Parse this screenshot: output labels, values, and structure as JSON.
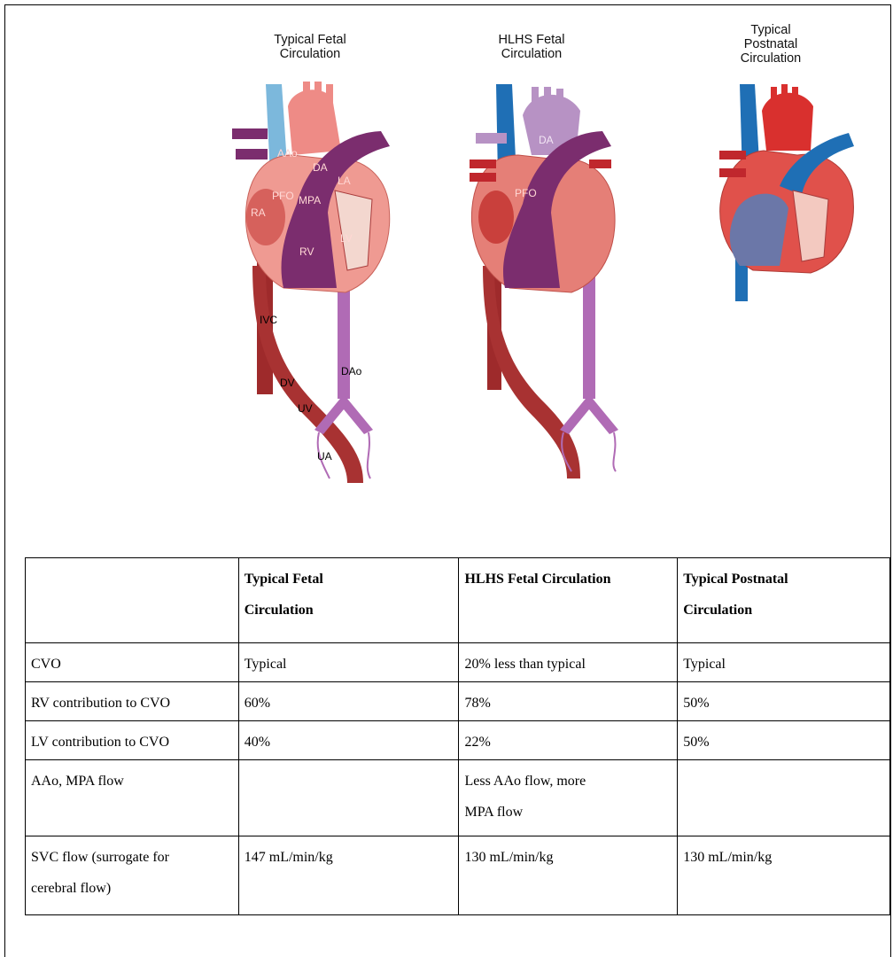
{
  "figure": {
    "panels": [
      {
        "title_line1": "Typical Fetal",
        "title_line2": "Circulation"
      },
      {
        "title_line1": "HLHS Fetal",
        "title_line2": "Circulation"
      },
      {
        "title_line1": "Typical",
        "title_line2": "Postnatal",
        "title_line3": "Circulation"
      }
    ],
    "labels": {
      "ra": "RA",
      "aao": "AAo",
      "da": "DA",
      "pfo": "PFO",
      "mpa": "MPA",
      "la": "LA",
      "lv": "LV",
      "rv": "RV",
      "ivc": "IVC",
      "dao": "DAo",
      "dv": "DV",
      "uv": "UV",
      "ua": "UA",
      "da2": "DA",
      "pfo2": "PFO"
    },
    "colors": {
      "deoxygenated": "#1f6fb5",
      "oxygenated": "#c0272d",
      "mixed": "#7b2d6e",
      "heart_tissue": "#e98a80",
      "vessel_red": "#9e2a2b",
      "vessel_purple": "#b06bb5"
    }
  },
  "table": {
    "headers": [
      "",
      "Typical Fetal Circulation",
      "HLHS Fetal Circulation",
      "Typical Postnatal Circulation"
    ],
    "header_display": {
      "col1_line1": "Typical Fetal",
      "col1_line2": "Circulation",
      "col2": "HLHS Fetal Circulation",
      "col3_line1": "Typical Postnatal",
      "col3_line2": "Circulation"
    },
    "rows": [
      {
        "label": "CVO",
        "c1": "Typical",
        "c2": "20% less than typical",
        "c3": "Typical"
      },
      {
        "label": "RV contribution to CVO",
        "c1": "60%",
        "c2": "78%",
        "c3": "50%"
      },
      {
        "label": "LV contribution to CVO",
        "c1": "40%",
        "c2": "22%",
        "c3": "50%"
      },
      {
        "label": "AAo, MPA flow",
        "c1": "",
        "c2_line1": "Less AAo flow, more",
        "c2_line2": "MPA flow",
        "c3": ""
      },
      {
        "label_line1": "SVC flow (surrogate for",
        "label_line2": "cerebral flow)",
        "c1": "147 mL/min/kg",
        "c2": "130 mL/min/kg",
        "c3": "130 mL/min/kg"
      }
    ]
  }
}
